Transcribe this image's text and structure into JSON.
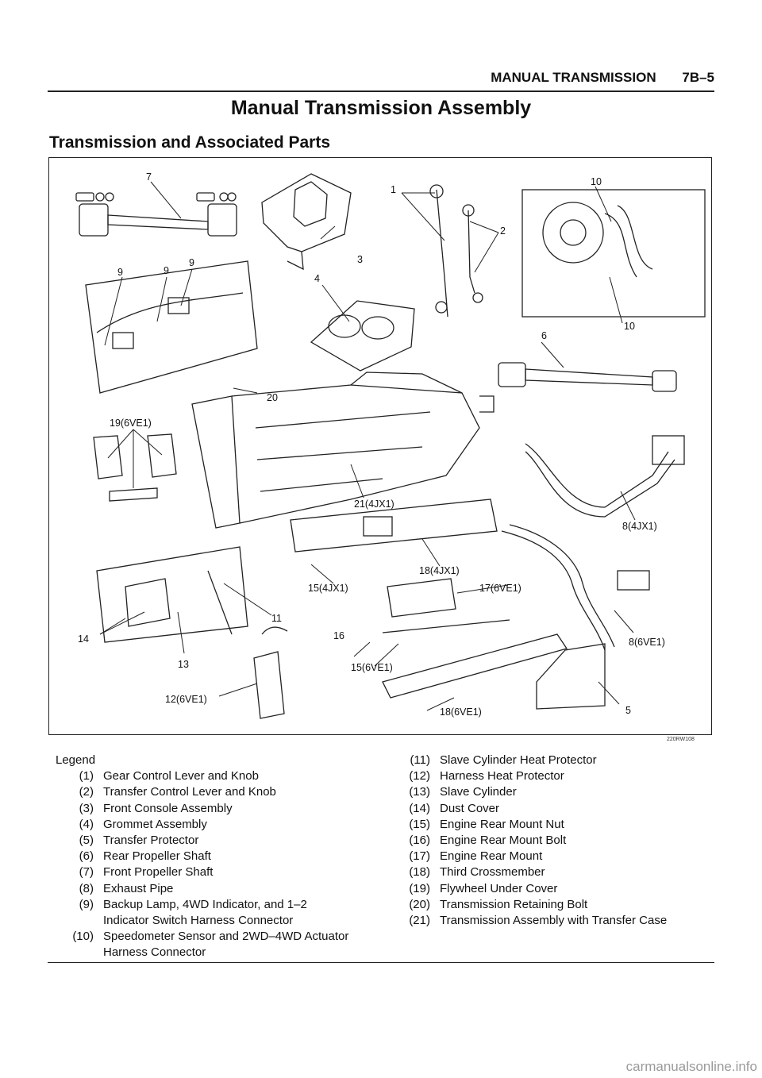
{
  "header": {
    "section": "MANUAL TRANSMISSION",
    "page": "7B–5"
  },
  "title": "Manual Transmission Assembly",
  "subtitle": "Transmission and Associated Parts",
  "figure": {
    "code": "220RW108",
    "callouts": [
      "1",
      "2",
      "3",
      "4",
      "5",
      "6",
      "7",
      "8(4JX1)",
      "8(6VE1)",
      "9",
      "9",
      "9",
      "10",
      "10",
      "11",
      "12(6VE1)",
      "13",
      "14",
      "15(4JX1)",
      "15(6VE1)",
      "16",
      "17(6VE1)",
      "18(4JX1)",
      "18(6VE1)",
      "19(6VE1)",
      "20",
      "21(4JX1)"
    ]
  },
  "legend": {
    "title": "Legend",
    "items": [
      {
        "num": "(1)",
        "text": "Gear Control Lever and Knob"
      },
      {
        "num": "(2)",
        "text": "Transfer Control Lever and Knob"
      },
      {
        "num": "(3)",
        "text": "Front Console Assembly"
      },
      {
        "num": "(4)",
        "text": "Grommet Assembly"
      },
      {
        "num": "(5)",
        "text": "Transfer Protector"
      },
      {
        "num": "(6)",
        "text": "Rear Propeller Shaft"
      },
      {
        "num": "(7)",
        "text": "Front Propeller Shaft"
      },
      {
        "num": "(8)",
        "text": "Exhaust Pipe"
      },
      {
        "num": "(9)",
        "text": "Backup Lamp, 4WD Indicator, and 1–2",
        "cont": "Indicator Switch Harness Connector"
      },
      {
        "num": "(10)",
        "text": "Speedometer Sensor and 2WD–4WD Actuator",
        "cont": "Harness Connector"
      },
      {
        "num": "(11)",
        "text": "Slave Cylinder Heat Protector"
      },
      {
        "num": "(12)",
        "text": "Harness Heat Protector"
      },
      {
        "num": "(13)",
        "text": "Slave Cylinder"
      },
      {
        "num": "(14)",
        "text": "Dust Cover"
      },
      {
        "num": "(15)",
        "text": "Engine Rear Mount Nut"
      },
      {
        "num": "(16)",
        "text": "Engine Rear Mount Bolt"
      },
      {
        "num": "(17)",
        "text": "Engine Rear Mount"
      },
      {
        "num": "(18)",
        "text": "Third Crossmember"
      },
      {
        "num": "(19)",
        "text": "Flywheel Under Cover"
      },
      {
        "num": "(20)",
        "text": "Transmission Retaining Bolt"
      },
      {
        "num": "(21)",
        "text": "Transmission Assembly with Transfer Case"
      }
    ]
  },
  "watermark": "carmanualsonline.info"
}
